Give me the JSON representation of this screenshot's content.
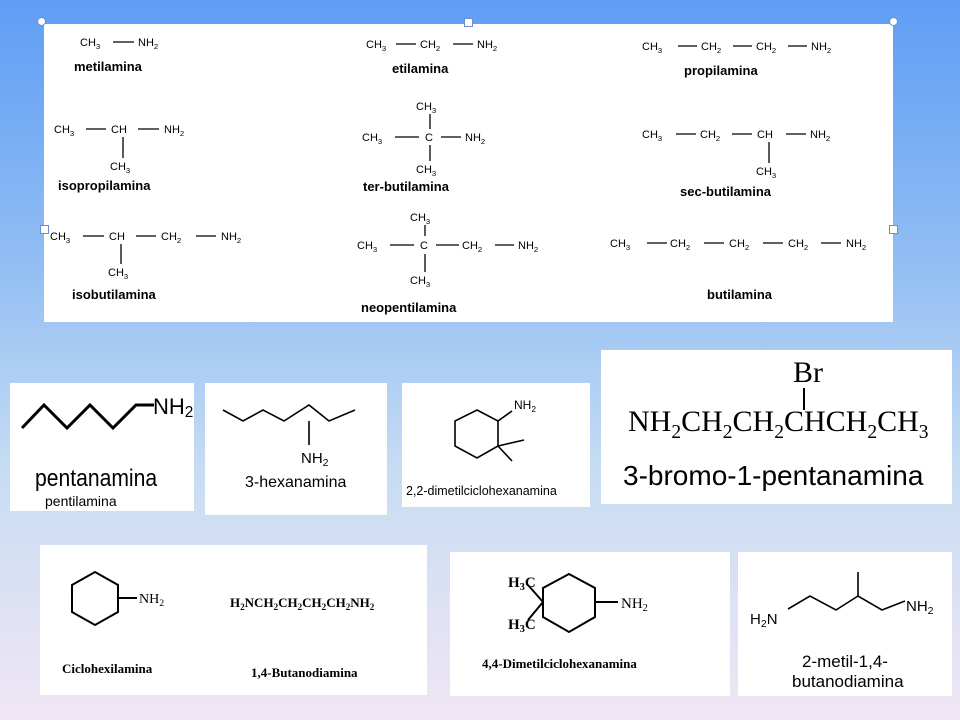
{
  "top_panel": {
    "formulas": {
      "metilamina": [
        "CH3",
        "NH2"
      ],
      "etilamina": [
        "CH3",
        "CH2",
        "NH2"
      ],
      "propilamina": [
        "CH3",
        "CH2",
        "CH2",
        "NH2"
      ],
      "isopropilamina": [
        "CH3",
        "CH",
        "NH2",
        "CH3"
      ],
      "ter_butilamina": [
        "CH3",
        "CH3",
        "C",
        "NH2",
        "CH3"
      ],
      "sec_butilamina": [
        "CH3",
        "CH2",
        "CH",
        "NH2",
        "CH3"
      ],
      "isobutilamina": [
        "CH3",
        "CH",
        "CH2",
        "NH2",
        "CH3"
      ],
      "neopentilamina": [
        "CH3",
        "CH3",
        "C",
        "CH2",
        "NH2",
        "CH3"
      ],
      "butilamina": [
        "CH3",
        "CH2",
        "CH2",
        "CH2",
        "NH2"
      ]
    },
    "names": {
      "metilamina": "metilamina",
      "etilamina": "etilamina",
      "propilamina": "propilamina",
      "isopropilamina": "isopropilamina",
      "ter_butilamina": "ter-butilamina",
      "sec_butilamina": "sec-butilamina",
      "isobutilamina": "isobutilamina",
      "neopentilamina": "neopentilamina",
      "butilamina": "butilamina"
    }
  },
  "pentanamina": {
    "group": "NH2",
    "name": "pentanamina",
    "alt_name": "pentilamina"
  },
  "hexanamina": {
    "group": "NH2",
    "name": "3-hexanamina"
  },
  "dimetilciclohexanamina": {
    "group": "NH2",
    "name": "2,2-dimetilciclohexanamina"
  },
  "bromo": {
    "substituent": "Br",
    "formula": "NH2CH2CH2CHCH2CH3",
    "name": "3-bromo-1-pentanamina"
  },
  "ciclohexil": {
    "group": "NH2",
    "name": "Ciclohexilamina",
    "butano_formula": "H2NCH2CH2CH2CH2NH2",
    "butano_name": "1,4-Butanodiamina"
  },
  "dimetil44": {
    "methyl_top": "H3C",
    "methyl_bottom": "H3C",
    "group": "NH2",
    "name": "4,4-Dimetilciclohexanamina"
  },
  "metilbutano": {
    "left_group": "H2N",
    "right_group": "NH2",
    "name_line1": "2-metil-1,4-",
    "name_line2": "butanodiamina"
  }
}
